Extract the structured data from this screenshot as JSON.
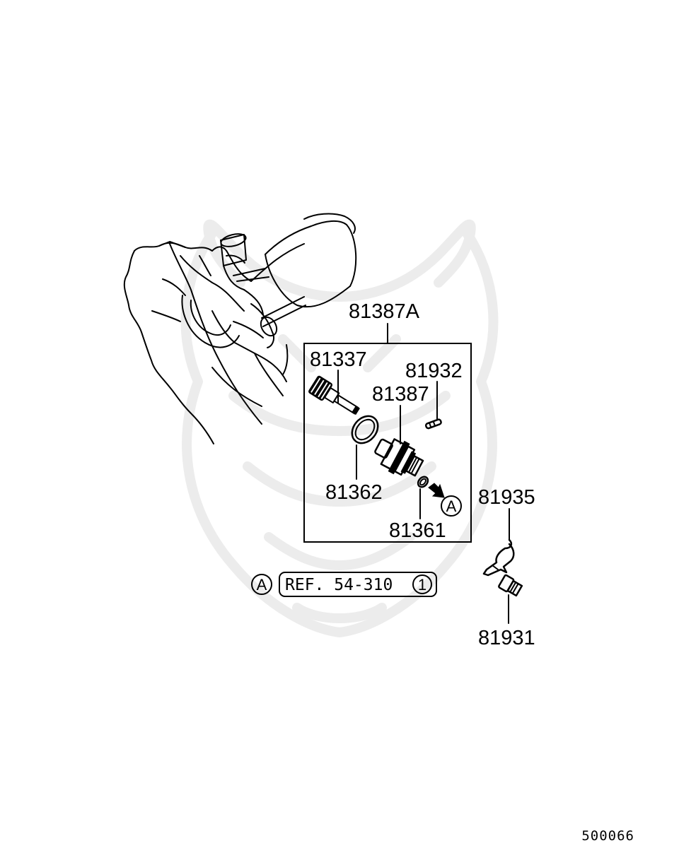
{
  "diagram": {
    "parts": {
      "assembly": "81387A",
      "drive_gear": "81337",
      "pin": "81932",
      "sleeve": "81387",
      "o_ring_large": "81362",
      "o_ring_small": "81361",
      "bracket": "81935",
      "bolt": "81931"
    },
    "callout_marker": "A",
    "reference": {
      "marker": "A",
      "text": "REF. 54-310",
      "circled_number": "1"
    },
    "drawing_code": "500066"
  }
}
